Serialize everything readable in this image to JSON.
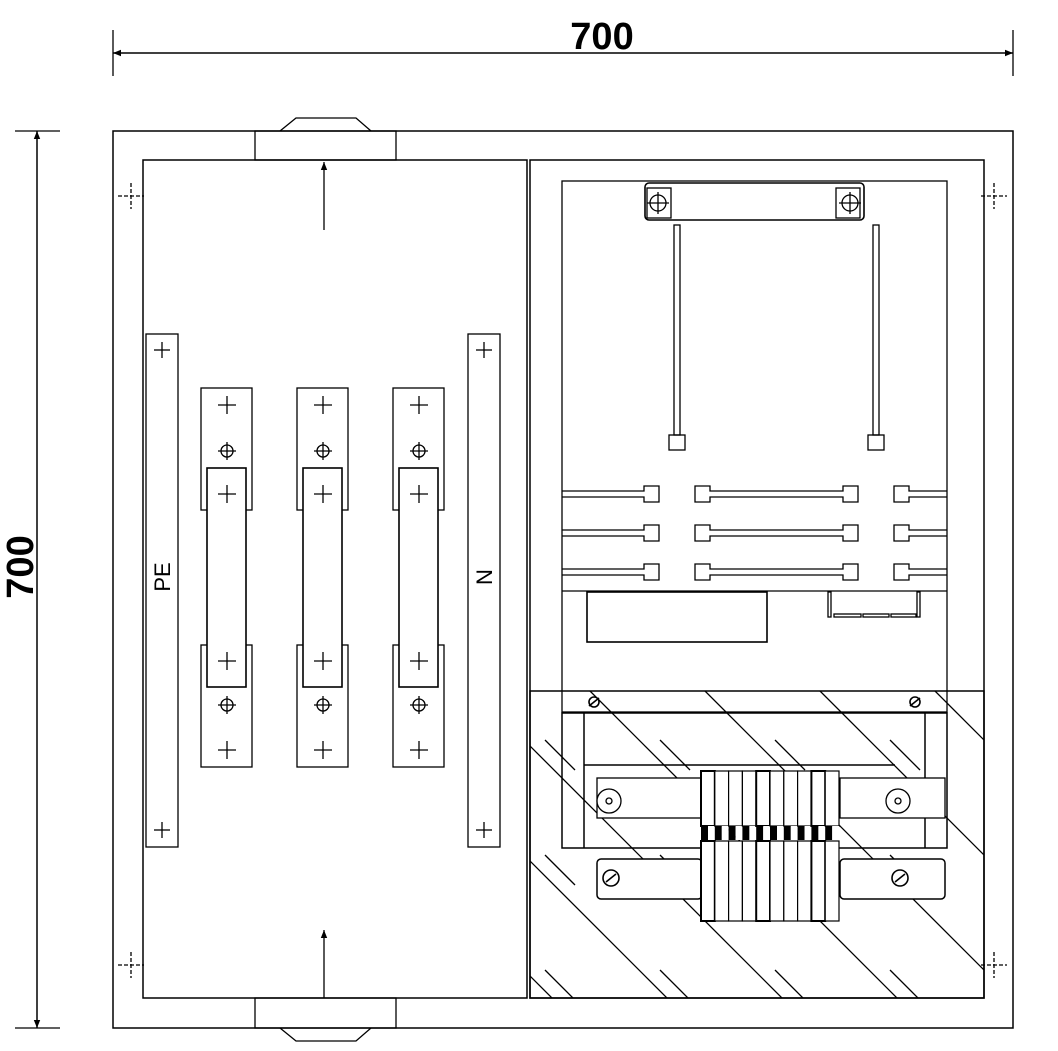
{
  "dimensions": {
    "width_label": "700",
    "height_label": "700"
  },
  "labels": {
    "pe_bar": "PE",
    "n_bar": "N"
  },
  "colors": {
    "line": "#000000",
    "background": "#ffffff"
  }
}
